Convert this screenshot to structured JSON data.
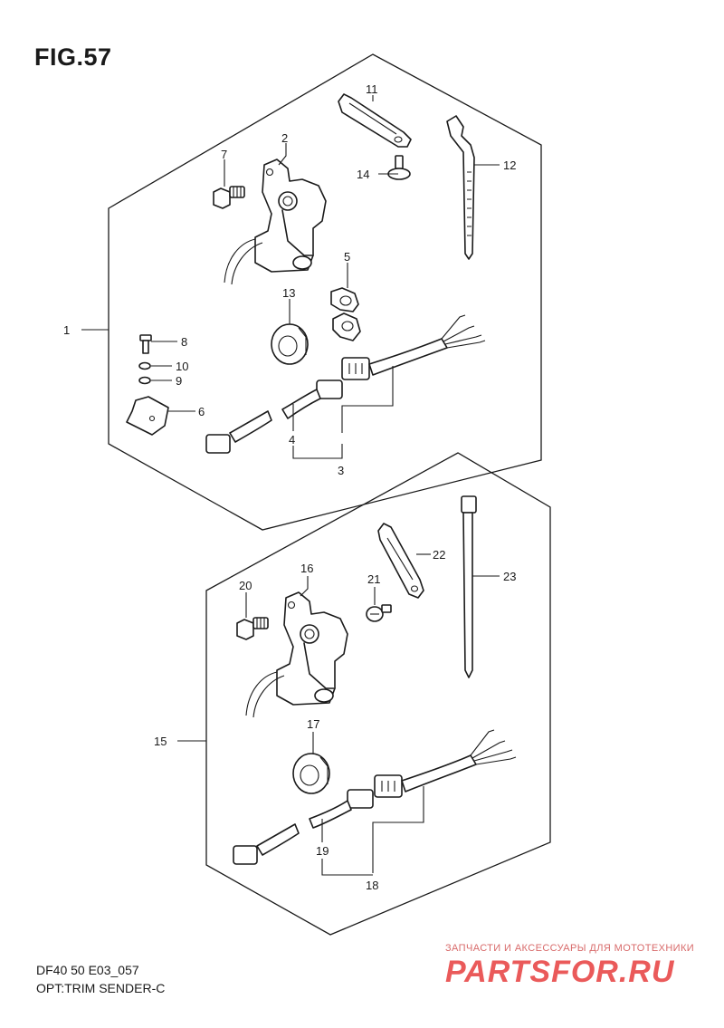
{
  "figure": {
    "title": "FIG.57"
  },
  "footer": {
    "model_code": "DF40 50 E03_057",
    "section_name": "OPT:TRIM SENDER-C"
  },
  "watermark": {
    "tagline": "ЗАПЧАСТИ И АКСЕССУАРЫ ДЛЯ МОТОТЕХНИКИ",
    "logo_text": "PARTSFOR.RU"
  },
  "callouts": {
    "1": "1",
    "2": "2",
    "3": "3",
    "4": "4",
    "5": "5",
    "6": "6",
    "7": "7",
    "8": "8",
    "9": "9",
    "10": "10",
    "11": "11",
    "12": "12",
    "13": "13",
    "14": "14",
    "15": "15",
    "16": "16",
    "17": "17",
    "18": "18",
    "19": "19",
    "20": "20",
    "21": "21",
    "22": "22",
    "23": "23"
  }
}
